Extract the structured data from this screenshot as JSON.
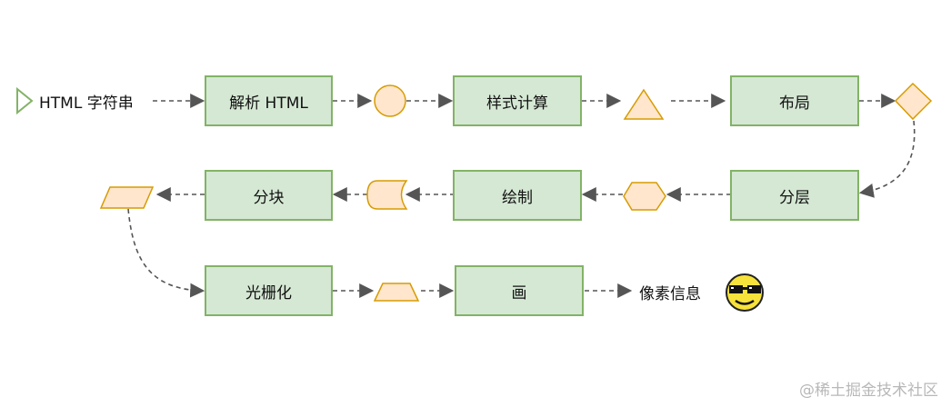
{
  "start_label": "HTML  字符串",
  "steps": {
    "parse": "解析 HTML",
    "style": "样式计算",
    "layout": "布局",
    "layer": "分层",
    "paint": "绘制",
    "tiling": "分块",
    "raster": "光栅化",
    "draw": "画"
  },
  "end_label": "像素信息",
  "watermark": "@稀土掘金技术社区",
  "colors": {
    "box_fill": "#d5e8d4",
    "box_stroke": "#82b366",
    "shape_fill": "#ffe6cc",
    "shape_stroke": "#d79b00",
    "arrow": "#555555",
    "start_marker": "#82b366"
  },
  "icons": {
    "start": "triangle-right-icon",
    "end": "sunglasses-smiley-icon"
  }
}
